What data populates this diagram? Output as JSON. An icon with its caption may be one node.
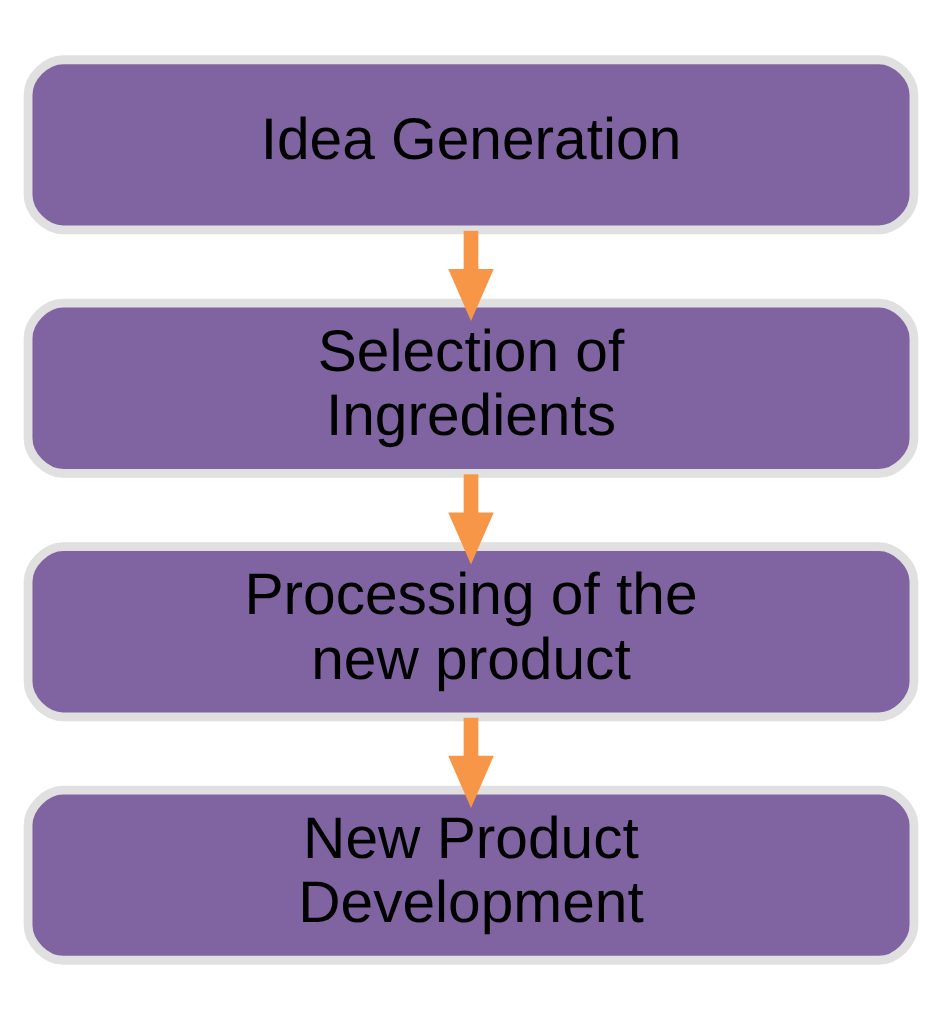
{
  "diagram": {
    "nodes": [
      {
        "text": [
          "Idea Generation"
        ]
      },
      {
        "text": [
          "Selection of Ingredients"
        ]
      },
      {
        "text": [
          "Processing of the new product"
        ]
      },
      {
        "text": [
          "New Product Development"
        ]
      }
    ],
    "edges": [
      {
        "from": 0,
        "to": 1,
        "arrow": "to"
      },
      {
        "from": 1,
        "to": 2,
        "arrow": "to"
      },
      {
        "from": 2,
        "to": 3,
        "arrow": "to"
      }
    ]
  }
}
